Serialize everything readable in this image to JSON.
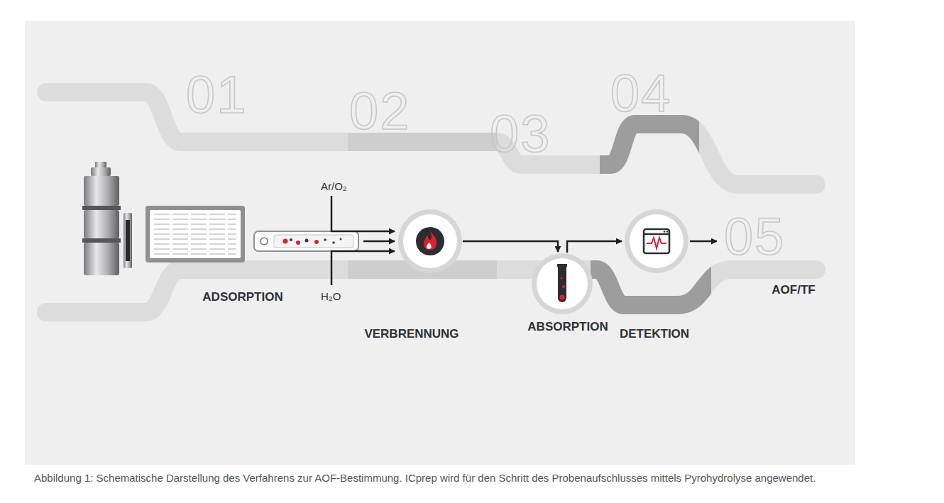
{
  "diagram": {
    "caption": "Abbildung 1: Schematische Darstellung des Verfahrens zur AOF-Bestimmung. ICprep wird für den Schritt des Probenaufschlusses mittels Pyrohydrolyse angewendet.",
    "labels": [
      "01",
      "02",
      "03",
      "04",
      "05",
      "Ar/O₂",
      "H₂O",
      "ADSORPTION",
      "VERBRENNUNG",
      "ABSORPTION",
      "DETEKTION",
      "AOF/TF"
    ]
  }
}
